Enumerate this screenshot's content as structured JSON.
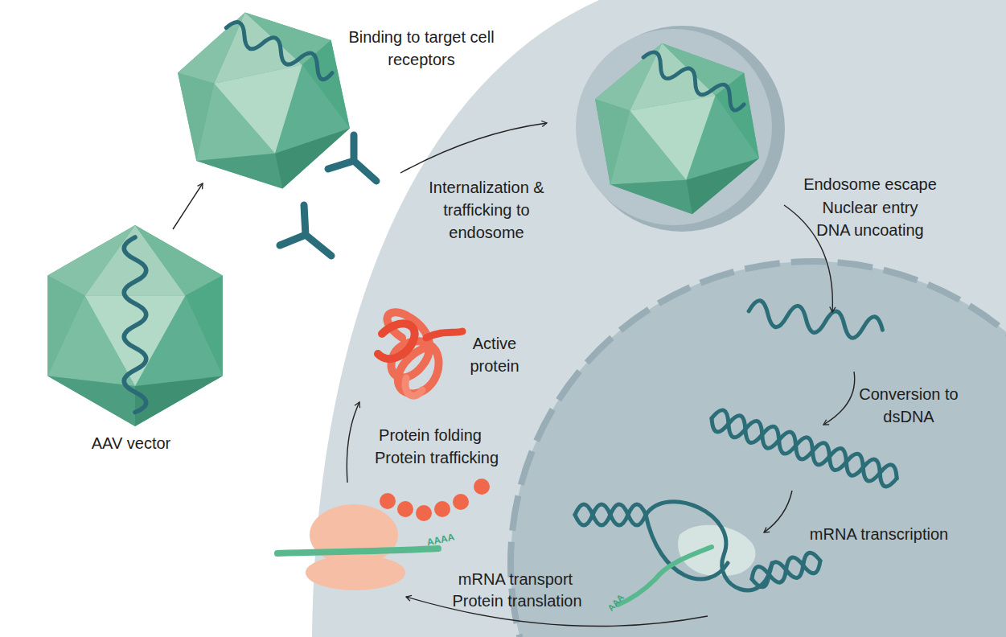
{
  "diagram": {
    "labels": [
      "Binding to target cell receptors",
      "Internalization & trafficking to endosome",
      "Endosome escape",
      "Nuclear entry",
      "DNA uncoating",
      "Conversion to dsDNA",
      "mRNA transcription",
      "AAA",
      "mRNA transport",
      "Protein translation",
      "AAAA",
      "Protein folding",
      "Protein trafficking",
      "Active protein",
      "AAV vector"
    ]
  }
}
